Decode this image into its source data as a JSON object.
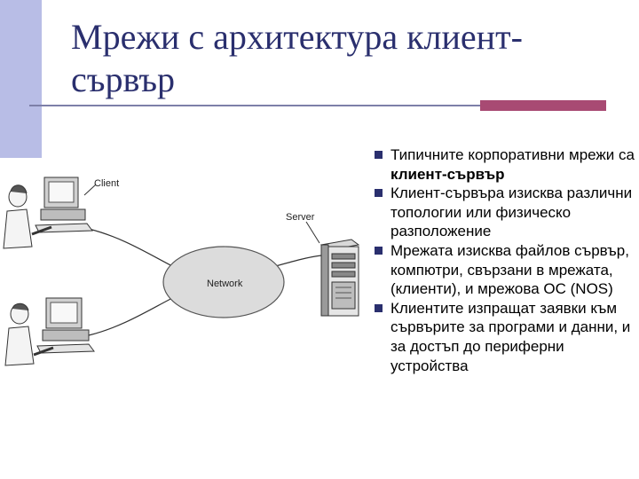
{
  "slide": {
    "title": "Мрежи с архитектура клиент-сървър",
    "bullets": [
      {
        "text": "Типичните корпоративни мрежи са ",
        "bold": "клиент-сървър"
      },
      {
        "text": "Клиент-сървъра изисква различни топологии или физическо разположение"
      },
      {
        "text": "Мрежата изисква файлов сървър, компютри, свързани в мрежата, (клиенти), и мрежова ОС (NOS)"
      },
      {
        "text": "Клиентите изпращат заявки към сървърите за програми и данни, и за достъп до периферни устройства"
      }
    ]
  },
  "diagram": {
    "client_label": "Client",
    "server_label": "Server",
    "network_label": "Network"
  },
  "colors": {
    "title": "#2a2f6e",
    "bullet": "#2a2f6e",
    "accent_bar": "#a84a73",
    "side_bar": "#b8bde6"
  }
}
